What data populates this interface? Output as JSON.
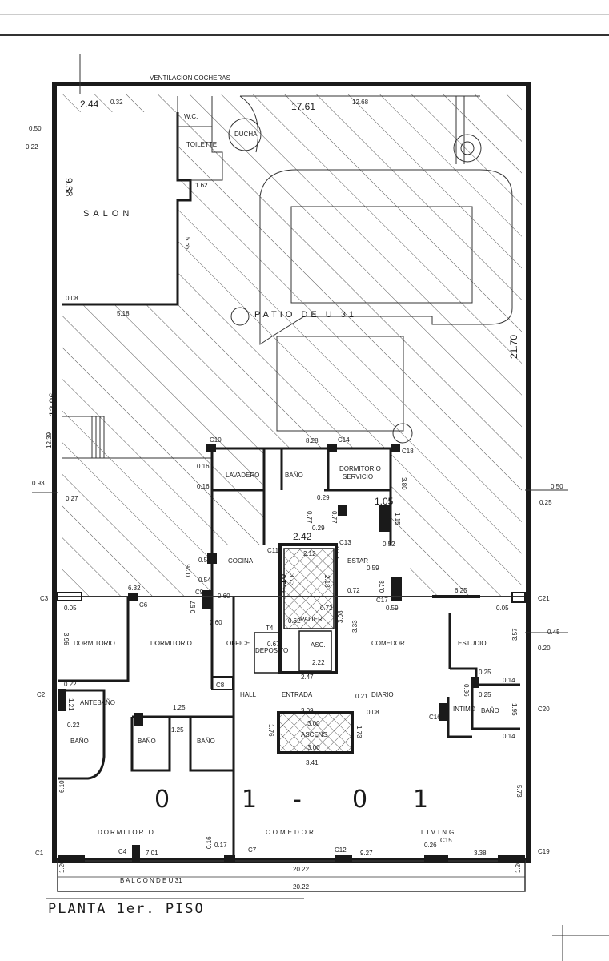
{
  "rooms": {
    "salon": "SALON",
    "wc": "W.C.",
    "toilette": "TOILETTE",
    "ducha": "DUCHA",
    "patio": "PATIO   DE   U  31",
    "lavadero": "LAVADERO",
    "bano_serv": "BAÑO",
    "dormitorio_servicio_1": "DORMITORIO",
    "dormitorio_servicio_2": "SERVICIO",
    "cocina": "COCINA",
    "estar": "ESTAR",
    "palier": "PALIER",
    "asc": "ASC.",
    "deposito": "DEPOSITO",
    "t4": "T4",
    "dormitorio_a": "DORMITORIO",
    "dormitorio_b": "DORMITORIO",
    "office": "OFFICE",
    "comedor": "COMEDOR",
    "estudio": "ESTUDIO",
    "hall": "HALL",
    "entrada": "ENTRADA",
    "diario": "DIARIO",
    "antebano": "ANTEBAÑO",
    "bano_1": "BAÑO",
    "bano_2": "BAÑO",
    "bano_3": "BAÑO",
    "bano_4": "BAÑO",
    "intimo": "INTIMO",
    "ascens": "ASCENS",
    "dormitorio_c": "DORMITORIO",
    "comedor_2": "COMEDOR",
    "living": "LIVING",
    "balcon": "B    A    L    C    O    N       D    E       U   31"
  },
  "header": {
    "ventilacion": "VENTILACION  COCHERAS"
  },
  "unit_number": [
    "0",
    "1",
    "-",
    "0",
    "1"
  ],
  "title": "PLANTA   1er.   PISO",
  "dims": {
    "d244": "2.44",
    "d032": "0.32",
    "d1761": "17.61",
    "d1268": "12.68",
    "d938": "9.38",
    "d518": "5.18",
    "d008": "0.08",
    "d565": "5.65",
    "d162": "1.62",
    "d2170": "21.70",
    "d1296": "12.96",
    "d1239": "12.39",
    "d828": "8.28",
    "d380": "3.80",
    "d105": "1.05",
    "d115": "1.15",
    "d242": "2.42",
    "d212": "2.12",
    "d228": "2.28",
    "d416": "4.16",
    "d373": "3.73",
    "d218": "2.18",
    "d072a": "0.72",
    "d072b": "0.72",
    "d059a": "0.59",
    "d059b": "0.59",
    "d632": "6.32",
    "d625": "6.25",
    "d060a": "0.60",
    "d060b": "0.60",
    "d308": "3.08",
    "d333": "3.33",
    "d067": "0.67",
    "d222": "2.22",
    "d247": "2.47",
    "d309": "3.09",
    "d300a": "3.00",
    "d300b": "3.00",
    "d176": "1.76",
    "d173": "1.73",
    "d341": "3.41",
    "d396": "3.96",
    "d022a": "0.22",
    "d022b": "0.22",
    "d121": "1.21",
    "d125a": "1.25",
    "d125b": "1.25",
    "d610": "6.10",
    "d573": "5.73",
    "d195": "1.95",
    "d014a": "0.14",
    "d014b": "0.14",
    "d025a": "0.25",
    "d025b": "0.25",
    "d701": "7.01",
    "d927": "9.27",
    "d338": "3.38",
    "d2022a": "20.22",
    "d2022b": "20.22",
    "d357": "3.57",
    "d005a": "0.05",
    "d005b": "0.05",
    "d050": "0.50",
    "d025c": "0.25",
    "d045": "0.45",
    "d020": "0.20",
    "d027": "0.27",
    "d029a": "0.29",
    "d029b": "0.29",
    "d077a": "0.77",
    "d077b": "0.77",
    "d054a": "0.54",
    "d054b": "0.54",
    "d057": "0.57",
    "d016a": "0.16",
    "d016b": "0.16",
    "d016c": "0.16",
    "d017": "0.17",
    "d026": "0.26",
    "d008b": "0.08",
    "d021": "0.21",
    "d036": "0.36",
    "d062": "0.62",
    "d120a": "1.20",
    "d120b": "1.20",
    "d050b": "0.50",
    "d022c": "0.22",
    "d093": "0.93",
    "d052": "0.52",
    "d078": "0.78"
  },
  "columns": {
    "c1": "C1",
    "c2": "C2",
    "c3": "C3",
    "c4": "C4",
    "c6": "C6",
    "c7": "C7",
    "c8": "C8",
    "c9": "C9",
    "c10": "C10",
    "c11": "C11",
    "c12": "C12",
    "c13": "C13",
    "c14": "C14",
    "c15": "C15",
    "c16": "C16",
    "c17": "C17",
    "c18": "C18",
    "c19": "C19",
    "c20": "C20",
    "c21": "C21"
  }
}
